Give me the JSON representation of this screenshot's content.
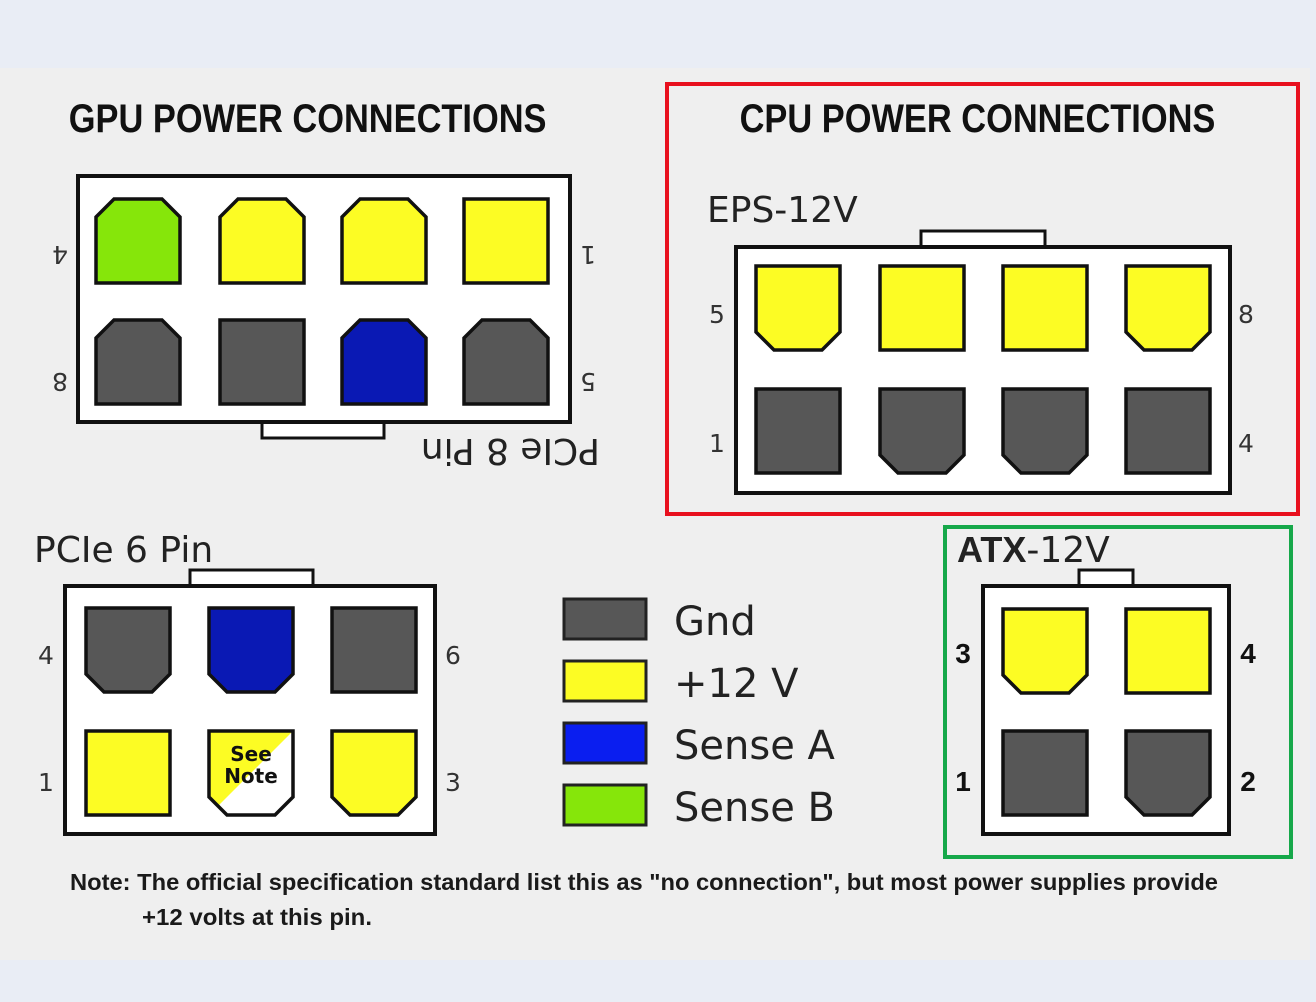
{
  "colors": {
    "gnd": "#575757",
    "v12": "#fcfc24",
    "senseA": "#0a19b4",
    "senseB": "#86e60a",
    "senseA_legend": "#0a1ef0",
    "housing": "#ffffff",
    "outline": "#111111",
    "cpu_highlight": "#e8101e",
    "atx_highlight": "#16a84a"
  },
  "gpu": {
    "title": "GPU POWER CONNECTIONS",
    "pcie8": {
      "label": "PCIe 8 Pin",
      "orientation": "rotated-180",
      "pin_labels": {
        "top_left": "4",
        "top_right": "1",
        "bottom_left": "8",
        "bottom_right": "5"
      },
      "rows": [
        [
          {
            "type": "senseB",
            "shape": "chamfer-top"
          },
          {
            "type": "v12",
            "shape": "chamfer-top"
          },
          {
            "type": "v12",
            "shape": "chamfer-top"
          },
          {
            "type": "v12",
            "shape": "square"
          }
        ],
        [
          {
            "type": "gnd",
            "shape": "chamfer-top"
          },
          {
            "type": "gnd",
            "shape": "square"
          },
          {
            "type": "senseA",
            "shape": "chamfer-top"
          },
          {
            "type": "gnd",
            "shape": "chamfer-top"
          }
        ]
      ]
    },
    "pcie6": {
      "label": "PCIe 6 Pin",
      "pin_labels": {
        "top_left": "4",
        "top_right": "6",
        "bottom_left": "1",
        "bottom_right": "3"
      },
      "rows": [
        [
          {
            "type": "gnd",
            "shape": "chamfer-bottom"
          },
          {
            "type": "senseA",
            "shape": "chamfer-bottom"
          },
          {
            "type": "gnd",
            "shape": "square"
          }
        ],
        [
          {
            "type": "v12",
            "shape": "square"
          },
          {
            "type": "see-note",
            "shape": "chamfer-bottom",
            "text": [
              "See",
              "Note"
            ]
          },
          {
            "type": "v12",
            "shape": "chamfer-bottom"
          }
        ]
      ]
    }
  },
  "cpu": {
    "title": "CPU POWER CONNECTIONS",
    "eps12v": {
      "label": "EPS-12V",
      "pin_labels": {
        "top_left": "5",
        "top_right": "8",
        "bottom_left": "1",
        "bottom_right": "4"
      },
      "rows": [
        [
          {
            "type": "v12",
            "shape": "chamfer-bottom"
          },
          {
            "type": "v12",
            "shape": "square"
          },
          {
            "type": "v12",
            "shape": "square"
          },
          {
            "type": "v12",
            "shape": "chamfer-bottom"
          }
        ],
        [
          {
            "type": "gnd",
            "shape": "square"
          },
          {
            "type": "gnd",
            "shape": "chamfer-bottom"
          },
          {
            "type": "gnd",
            "shape": "chamfer-bottom"
          },
          {
            "type": "gnd",
            "shape": "square"
          }
        ]
      ]
    },
    "atx12v": {
      "label_bold": "ATX",
      "label_rest": "-12V",
      "pin_labels": {
        "top_left": "3",
        "top_right": "4",
        "bottom_left": "1",
        "bottom_right": "2"
      },
      "rows": [
        [
          {
            "type": "v12",
            "shape": "chamfer-bottom"
          },
          {
            "type": "v12",
            "shape": "square"
          }
        ],
        [
          {
            "type": "gnd",
            "shape": "square"
          },
          {
            "type": "gnd",
            "shape": "chamfer-bottom"
          }
        ]
      ]
    }
  },
  "legend": [
    {
      "key": "gnd",
      "label": "Gnd"
    },
    {
      "key": "v12",
      "label": "+12 V"
    },
    {
      "key": "senseA_legend",
      "label": "Sense A"
    },
    {
      "key": "senseB",
      "label": "Sense B"
    }
  ],
  "note": {
    "line1": "Note: The official specification standard list this as \"no connection\", but most power supplies provide",
    "line2": "+12 volts at this pin."
  }
}
